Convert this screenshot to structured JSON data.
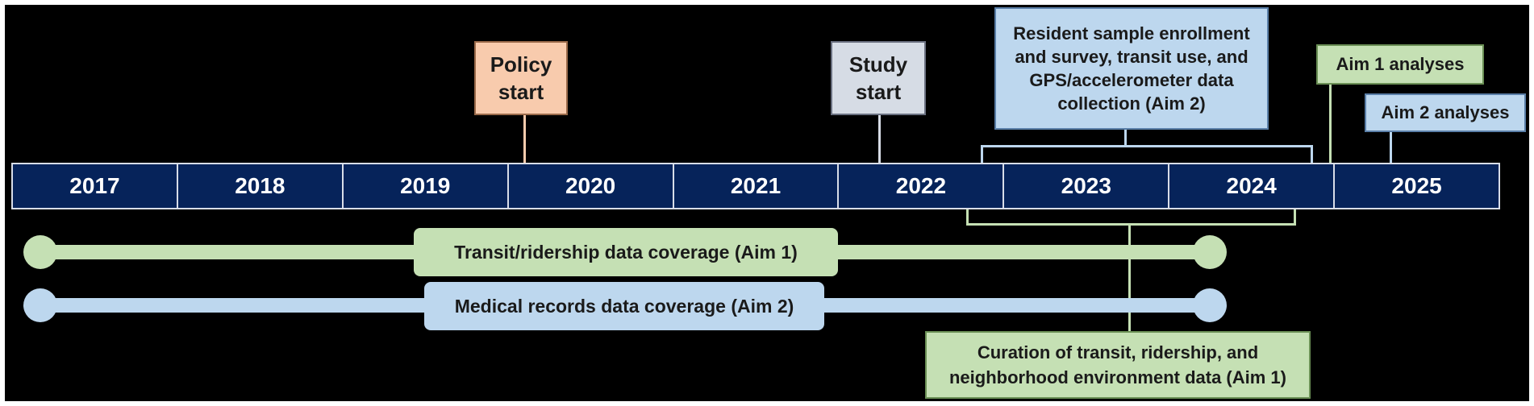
{
  "colors": {
    "background": "#000000",
    "bar": "#06235a",
    "orange": "#f8cbad",
    "gray": "#d6dce5",
    "blue": "#bdd7ee",
    "green": "#c5e0b4"
  },
  "timeline": {
    "years": [
      "2017",
      "2018",
      "2019",
      "2020",
      "2021",
      "2022",
      "2023",
      "2024",
      "2025"
    ]
  },
  "milestones": {
    "policy_start": "Policy\nstart",
    "study_start": "Study\nstart"
  },
  "callouts": {
    "aim2_collection": "Resident sample enrollment\nand survey, transit use, and\nGPS/accelerometer data\ncollection (Aim 2)",
    "aim1_analyses": "Aim 1 analyses",
    "aim2_analyses": "Aim 2 analyses",
    "aim1_curation": "Curation of transit, ridership, and\nneighborhood environment data (Aim 1)"
  },
  "coverage": {
    "transit": "Transit/ridership data coverage (Aim 1)",
    "medical": "Medical records data coverage (Aim 2)"
  }
}
